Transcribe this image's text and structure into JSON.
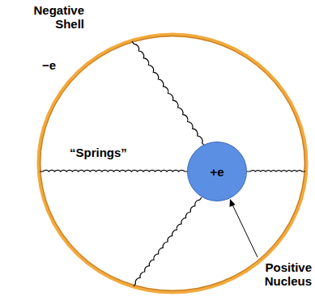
{
  "diagram": {
    "nodes": [
      {
        "text": [
          "Negative Shell",
          "−e"
        ]
      },
      {
        "text": [
          "+e"
        ],
        "in": 0
      }
    ],
    "labels": [
      "“Springs”",
      "Positive Nucleus"
    ]
  }
}
